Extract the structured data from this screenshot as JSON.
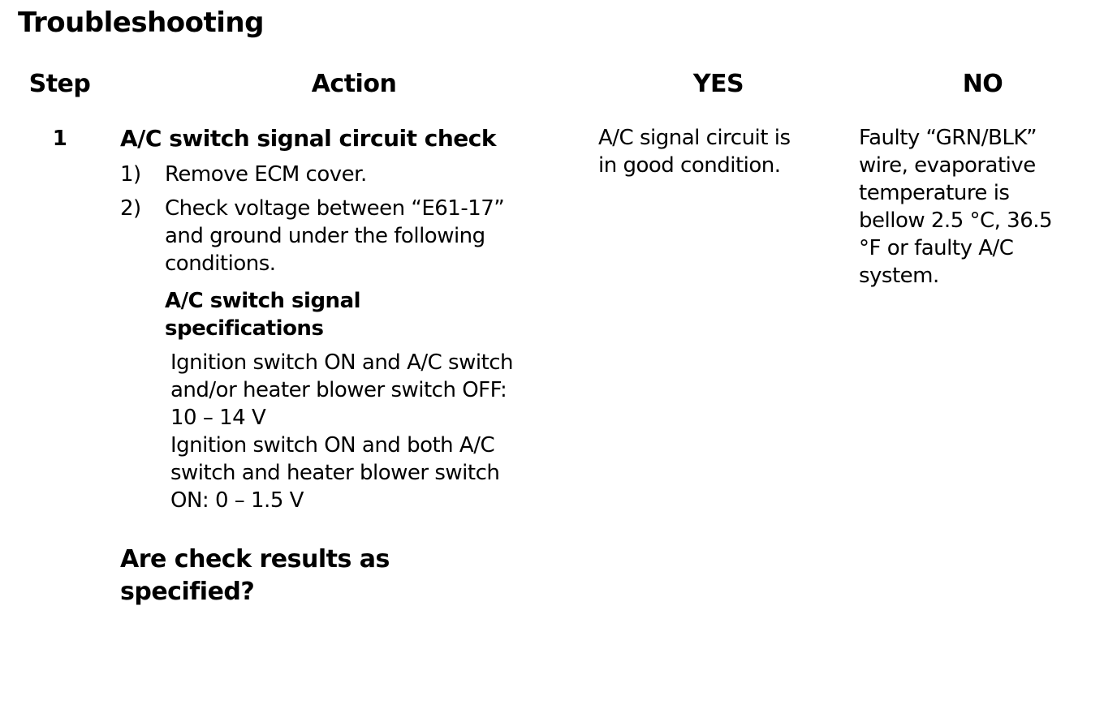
{
  "title": "Troubleshooting",
  "table": {
    "headers": [
      "Step",
      "Action",
      "YES",
      "NO"
    ],
    "rows": [
      {
        "step": "1",
        "action": {
          "heading": "A/C switch signal circuit check",
          "steps": [
            {
              "num": "1)",
              "text": "Remove ECM cover."
            },
            {
              "num": "2)",
              "text": "Check voltage between “E61-17”\nand ground under the following\nconditions."
            }
          ],
          "spec_heading": "A/C switch signal\nspecifications",
          "specs": [
            "Ignition switch ON and A/C switch\nand/or heater blower switch OFF:\n10 – 14 V",
            "Ignition switch ON and both A/C\nswitch and heater blower switch\nON: 0 – 1.5 V"
          ],
          "question": "Are check results as\nspecified?"
        },
        "yes": "A/C signal circuit is\nin good condition.",
        "no": "Faulty “GRN/BLK”\nwire, evaporative\ntemperature is\nbellow 2.5 °C, 36.5\n°F or faulty A/C\nsystem."
      }
    ]
  }
}
